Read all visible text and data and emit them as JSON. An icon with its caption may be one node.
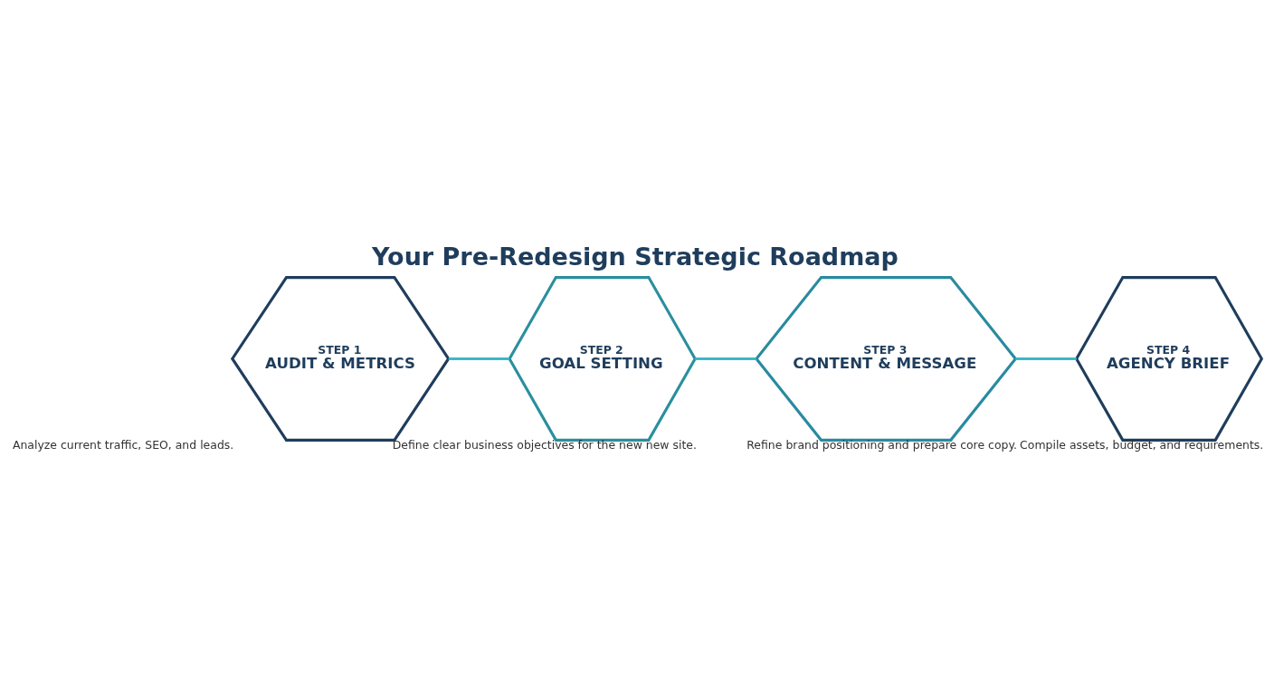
{
  "diagram": {
    "title": "Your Pre-Redesign Strategic Roadmap",
    "nodes": [
      {
        "text": [
          "STEP 1",
          "AUDIT & METRICS"
        ],
        "beside": [
          "Analyze current traffic, SEO, and leads."
        ]
      },
      {
        "text": [
          "STEP 2",
          "GOAL SETTING"
        ],
        "beside": [
          "Define clear business objectives for the new new site."
        ]
      },
      {
        "text": [
          "STEP 3",
          "CONTENT & MESSAGE"
        ],
        "beside": [
          "Refine brand positioning and prepare core copy."
        ]
      },
      {
        "text": [
          "STEP 4",
          "AGENCY BRIEF"
        ],
        "beside": [
          "Compile assets, budget, and requirements."
        ]
      }
    ],
    "edges": [
      {
        "from": 0,
        "to": 1,
        "arrow": "none"
      },
      {
        "from": 1,
        "to": 2,
        "arrow": "none"
      },
      {
        "from": 2,
        "to": 3,
        "arrow": "none"
      }
    ]
  }
}
